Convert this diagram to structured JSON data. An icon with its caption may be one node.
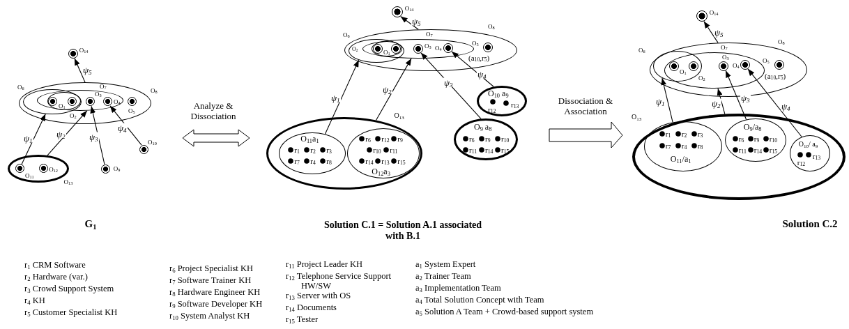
{
  "diagram": {
    "nodes": [
      {
        "text": [],
        "shape": "circle",
        "beside": [
          "O$_{14}$"
        ]
      },
      {
        "text": [],
        "shape": "ellipse"
      },
      {
        "text": [],
        "shape": "ellipse",
        "in": 1
      },
      {
        "text": [],
        "shape": "ellipse",
        "in": 1
      },
      {
        "text": [],
        "shape": "ellipse"
      },
      {
        "text": [],
        "shape": "circle",
        "in": 4
      },
      {
        "text": [],
        "shape": "circle",
        "in": 4
      },
      {
        "text": [],
        "shape": "circle",
        "in": 3
      },
      {
        "text": [],
        "shape": "circle",
        "in": 3
      },
      {
        "text": [],
        "shape": "circle",
        "in": 1
      },
      {
        "text": [],
        "shape": "circle"
      },
      {
        "text": [],
        "shape": "circle",
        "beside": [
          "O$_{9}$"
        ]
      },
      {
        "text": [
          "O$_{13}$"
        ]
      },
      {
        "text": [],
        "shape": "circle",
        "in": 12
      },
      {
        "text": [],
        "shape": "circle",
        "in": 12,
        "beside": [
          "O$_{12}$"
        ]
      },
      {
        "text": [],
        "shape": "circle",
        "beside": [
          "O$_{14}$"
        ]
      },
      {
        "text": [],
        "shape": "ellipse"
      },
      {
        "text": [],
        "shape": "ellipse",
        "in": 16
      },
      {
        "text": [],
        "shape": "ellipse",
        "in": 16
      },
      {
        "text": [],
        "shape": "ellipse"
      },
      {
        "text": [],
        "shape": "circle",
        "in": 19
      },
      {
        "text": [],
        "shape": "circle",
        "in": 19
      },
      {
        "text": [],
        "shape": "circle",
        "in": 18
      },
      {
        "text": [],
        "shape": "circle",
        "in": 18
      },
      {
        "text": [],
        "shape": "circle",
        "in": 16
      },
      {
        "text": [
          "O$_{10}$ a$_{9}$",
          "r$_{12}$",
          "r$_{13}$"
        ]
      },
      {
        "text": [
          "O$_{9}$ a$_{8}$",
          "r$_{6}$",
          "r$_{9}$",
          "r$_{10}$",
          "r$_{11}$",
          "r$_{14}$",
          "r$_{15}$"
        ]
      },
      {
        "text": [
          "O$_{13}$"
        ]
      },
      {
        "text": [
          "O$_{11}$a$_{1}$",
          "r$_{1}$",
          "r$_{2}$",
          "r$_{3}$",
          "r$_{7}$",
          "r$_{4}$",
          "r$_{8}$"
        ],
        "in": 27
      },
      {
        "text": [
          "O$_{12}$a$_{3}$",
          "r$_{6}$",
          "r$_{12}$",
          "r$_{9}$",
          "r$_{10}$",
          "r$_{11}$",
          "r$_{14}$",
          "r$_{13}$",
          "r$_{15}$"
        ],
        "in": 27
      },
      {
        "text": [],
        "shape": "circle",
        "beside": [
          "O$_{14}$"
        ]
      },
      {
        "text": [],
        "shape": "ellipse"
      },
      {
        "text": [],
        "shape": "ellipse",
        "in": 31
      },
      {
        "text": [],
        "shape": "ellipse",
        "in": 31
      },
      {
        "text": [],
        "shape": "circle"
      },
      {
        "text": [],
        "shape": "circle"
      },
      {
        "text": [],
        "shape": "circle",
        "in": 33
      },
      {
        "text": [],
        "shape": "circle",
        "in": 33
      },
      {
        "text": [],
        "shape": "circle",
        "in": 31
      },
      {
        "text": [
          "O$_{13}$"
        ]
      },
      {
        "text": [
          "O$_{11}$/a$_{1}$",
          "r$_{1}$",
          "r$_{2}$",
          "r$_{3}$",
          "r$_{7}$",
          "r$_{4}$",
          "r$_{8}$"
        ],
        "in": 39
      },
      {
        "text": [
          "O$_{9}$/a$_{8}$",
          "r$_{6}$",
          "r$_{9}$",
          "r$_{10}$",
          "r$_{11}$",
          "r$_{14}$",
          "r$_{15}$"
        ],
        "in": 39
      },
      {
        "text": [
          "O$_{10}$/ a$_{9}$",
          "r$_{12}$",
          "r$_{13}$"
        ],
        "in": 39
      }
    ],
    "edges": [
      {
        "from": 1,
        "to": 0,
        "arrow": "to",
        "label": "ψ$_{5}$"
      },
      {
        "from": 13,
        "to": 2,
        "arrow": "to",
        "label": "ψ$_{1}$"
      },
      {
        "from": 12,
        "to": 3,
        "arrow": "to",
        "label": "ψ$_{2}$"
      },
      {
        "from": 11,
        "to": 7,
        "arrow": "to",
        "label": "ψ$_{3}$"
      },
      {
        "from": 10,
        "to": 8,
        "arrow": "to",
        "label": "ψ$_{4}$"
      },
      {
        "from": 16,
        "to": 15,
        "arrow": "to",
        "label": "ψ$_{5}$"
      },
      {
        "from": 28,
        "to": 17,
        "arrow": "to",
        "label": "ψ$_{1}$"
      },
      {
        "from": 27,
        "to": 18,
        "arrow": "to",
        "label": "ψ$_{2}$"
      },
      {
        "from": 26,
        "to": 22,
        "arrow": "to",
        "label": "ψ$_{3}$"
      },
      {
        "from": 25,
        "to": 23,
        "arrow": "to",
        "label": "ψ$_{4}$"
      },
      {
        "from": 31,
        "to": 30,
        "arrow": "to",
        "label": "ψ$_{5}$"
      },
      {
        "from": 40,
        "to": 32,
        "arrow": "to",
        "label": "ψ$_{1}$"
      },
      {
        "from": 39,
        "to": 33,
        "arrow": "to",
        "label": "ψ$_{2}$"
      },
      {
        "from": 41,
        "to": 36,
        "arrow": "to",
        "label": "ψ$_{3}$"
      },
      {
        "from": 42,
        "to": 37,
        "arrow": "to",
        "label": "ψ$_{4}$"
      }
    ],
    "labels": [
      "O$_{6}$",
      "O$_{7}$",
      "O$_{8}$",
      "O$_{1}$",
      "O$_{3}$",
      "O$_{4}$",
      "O$_{5}$",
      "O$_{2}$",
      "O$_{10}$",
      "O$_{11}$",
      "O$_{8}$",
      "O$_{6}$",
      "O$_{7}$",
      "O$_{5}$",
      "O$_{3}$",
      "O$_{4}$",
      "O$_{1}$",
      "O$_{2}$",
      "(a$_{10}$,r$_{5}$)",
      "O$_{8}$",
      "O$_{7}$",
      "O$_{6}$",
      "O$_{3}$",
      "O$_{5}$",
      "O$_{4}$",
      "O$_{1}$",
      "O$_{2}$",
      "(a$_{10}$,r$_{5}$)",
      "Analyze & Dissociation",
      "Dissociation & Association",
      "G$_{1}$",
      "Solution C.1 = Solution A.1 associated with B.1",
      "Solution C.2",
      "r$_{1}$ CRM Software",
      "r$_{2}$ Hardware (var.)",
      "r$_{3}$ Crowd Support System",
      "r$_{4}$ KH",
      "r$_{5}$ Customer Specialist KH",
      "r$_{6}$ Project Specialist KH",
      "r$_{7}$ Software Trainer KH",
      "r$_{8}$ Hardware Engineer KH",
      "r$_{9}$ Software Developer KH",
      "r$_{10}$ System Analyst KH",
      "r$_{11}$ Project Leader KH",
      "r$_{12}$ Telephone Service Support HW/SW",
      "r$_{13}$ Server with OS",
      "r$_{14}$ Documents",
      "r$_{15}$ Tester",
      "a$_{1}$ System Expert",
      "a$_{2}$ Trainer Team",
      "a$_{3}$ Implementation Team",
      "a$_{4}$ Total Solution Concept with Team",
      "a$_{5}$ Solution A Team + Crowd-based support system"
    ]
  }
}
